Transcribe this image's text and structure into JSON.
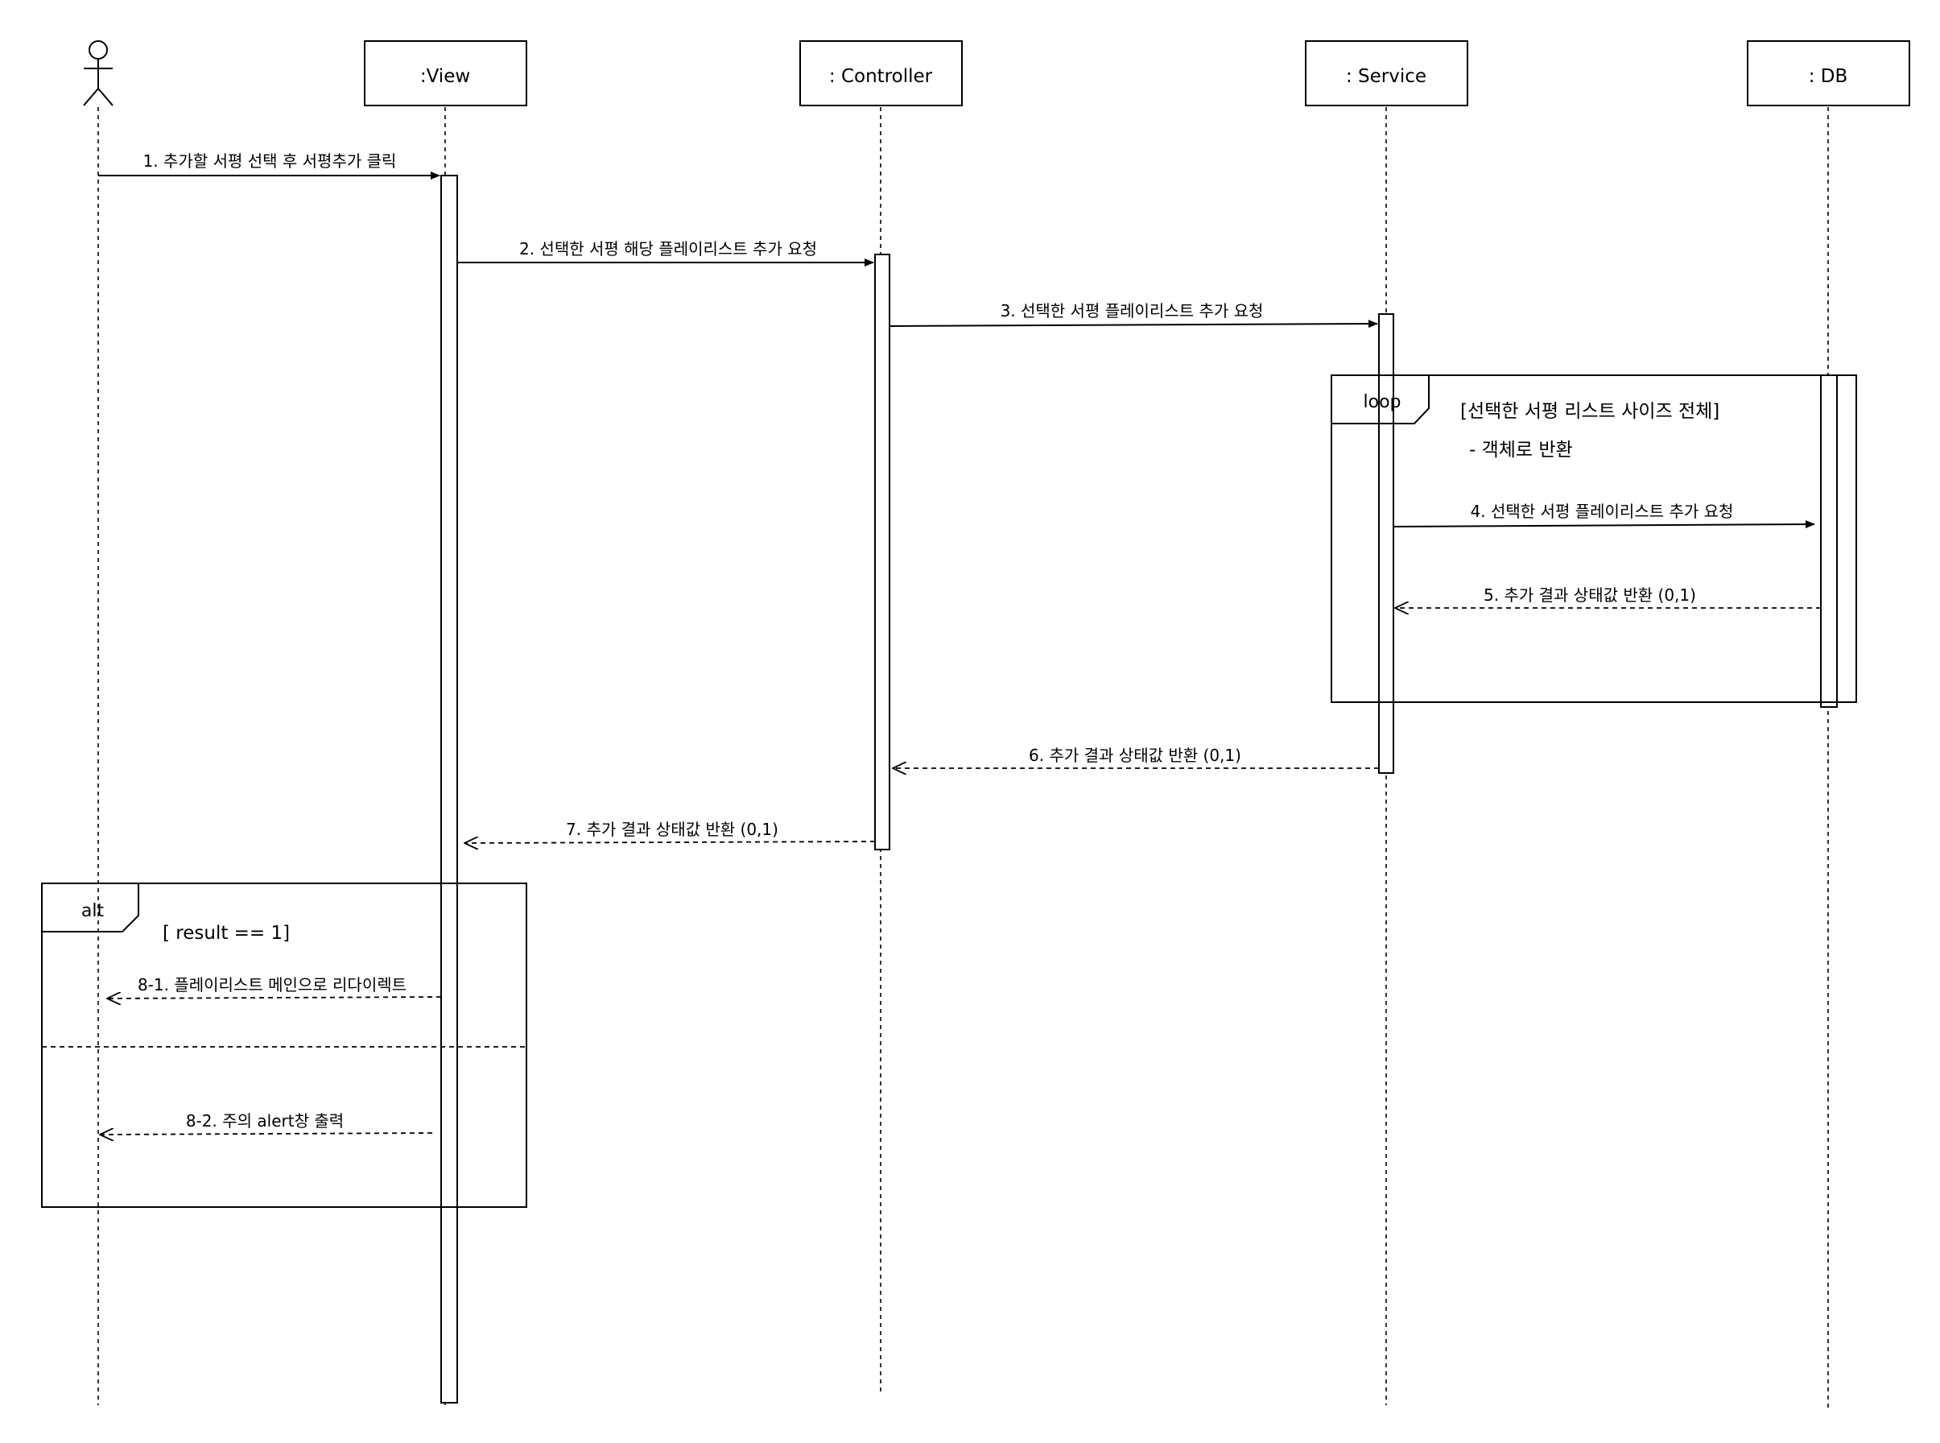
{
  "participants": {
    "view": ":View",
    "controller": ": Controller",
    "service": ": Service",
    "db": ": DB"
  },
  "messages": {
    "m1": "1. 추가할 서평 선택 후 서평추가 클릭",
    "m2": "2. 선택한 서평 해당 플레이리스트 추가 요청",
    "m3": "3. 선택한 서평 플레이리스트 추가 요청",
    "m4": "4. 선택한 서평 플레이리스트 추가 요청",
    "m5": "5. 추가 결과 상태값 반환 (0,1)",
    "m6": "6. 추가 결과 상태값 반환 (0,1)",
    "m7": "7. 추가 결과 상태값 반환 (0,1)",
    "m8_1": "8-1. 플레이리스트 메인으로 리다이렉트",
    "m8_2": "8-2. 주의 alert창 출력"
  },
  "loop": {
    "label": "loop",
    "guard": "[선택한 서평 리스트 사이즈 전체]",
    "note": "-  객체로 반환"
  },
  "alt": {
    "label": "alt",
    "guard": "[ result == 1]"
  }
}
